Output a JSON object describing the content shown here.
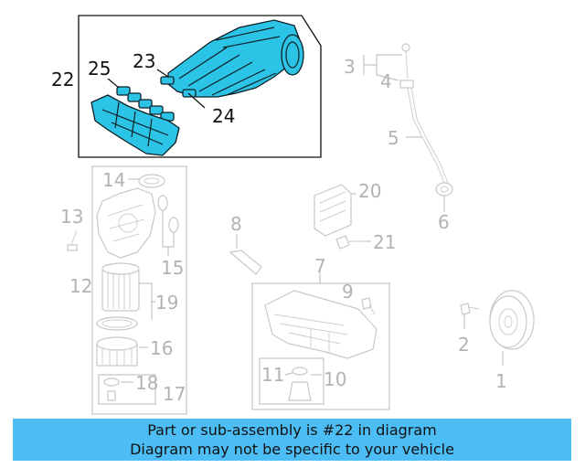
{
  "callouts": {
    "c1": "1",
    "c2": "2",
    "c3": "3",
    "c4": "4",
    "c5": "5",
    "c6": "6",
    "c7": "7",
    "c8": "8",
    "c9": "9",
    "c10": "10",
    "c11": "11",
    "c12": "12",
    "c13": "13",
    "c14": "14",
    "c15": "15",
    "c16": "16",
    "c17": "17",
    "c18": "18",
    "c19": "19",
    "c20": "20",
    "c21": "21",
    "c22": "22",
    "c23": "23",
    "c24": "24",
    "c25": "25"
  },
  "highlighted_part": "22",
  "colors": {
    "highlight": "#2cc4e6",
    "banner": "#4dbef5",
    "callout_inactive": "#b3b3b3"
  },
  "banner": {
    "line1": "Part or sub-assembly is #22 in diagram",
    "line2": "Diagram may not be specific to your vehicle"
  }
}
